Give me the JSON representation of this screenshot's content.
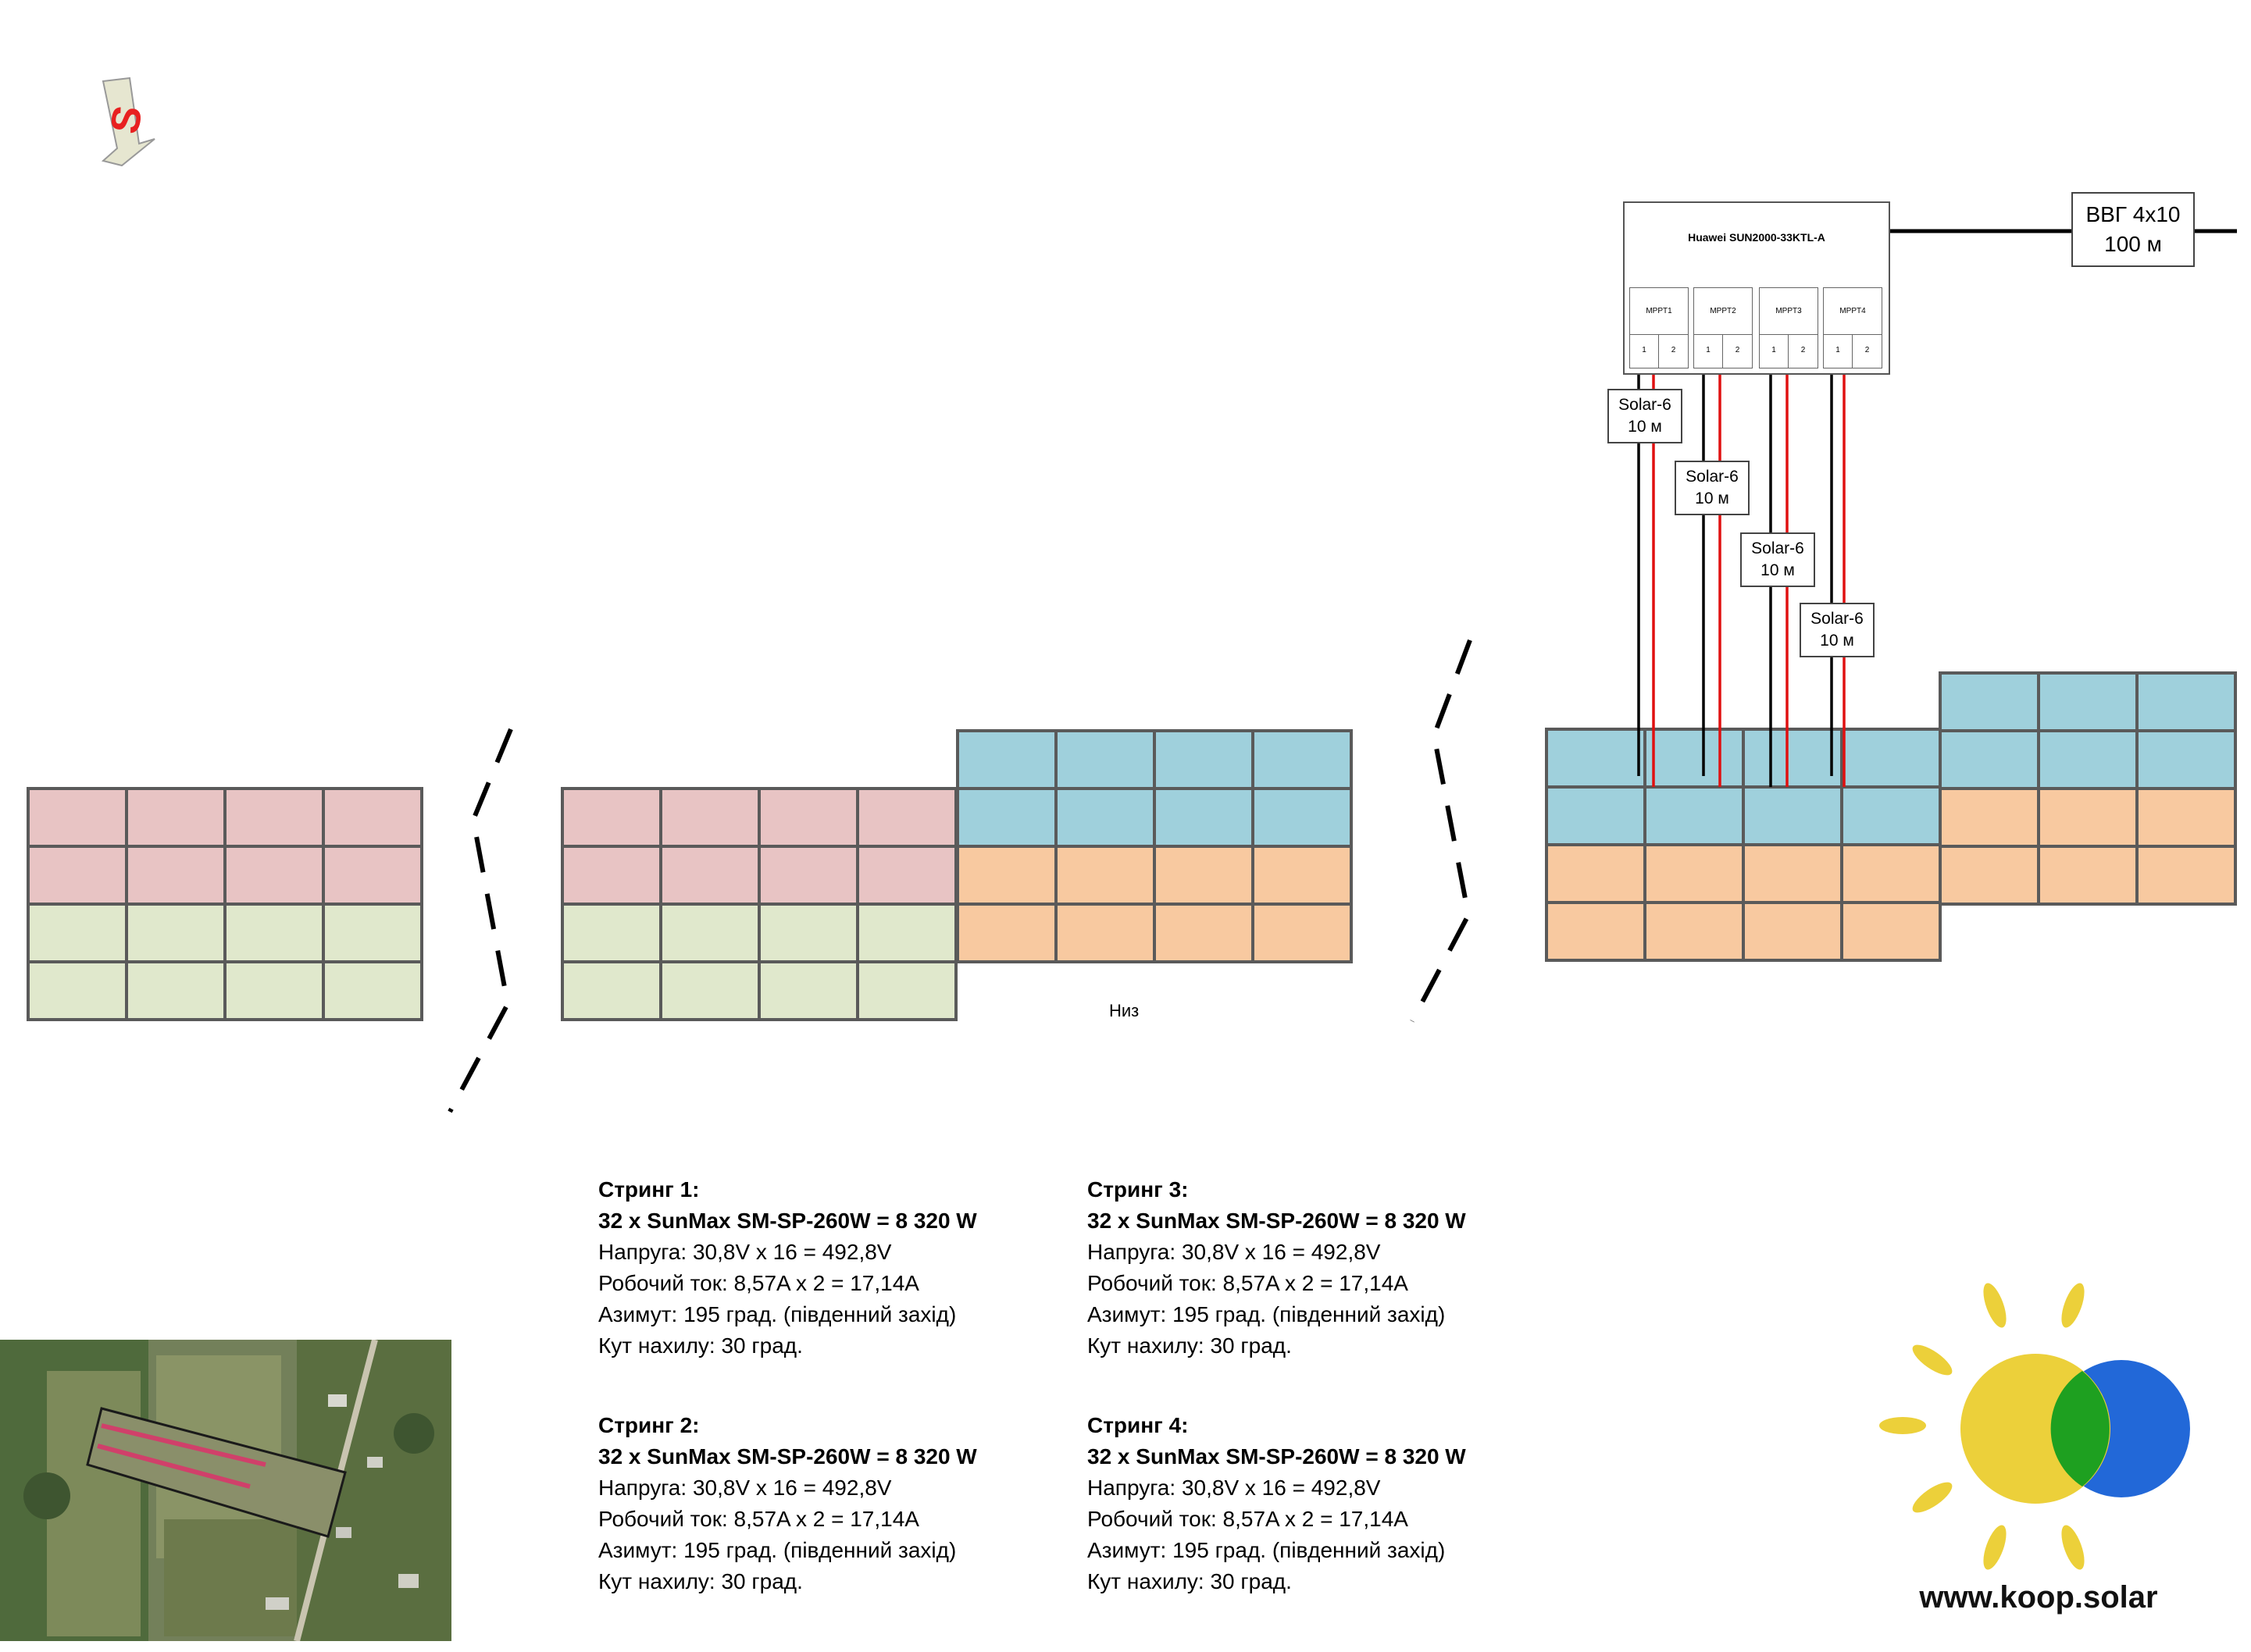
{
  "compass": {
    "letter": "S",
    "icon": "compass-arrow-icon"
  },
  "inverter": {
    "title": "Huawei SUN2000-33KTL-A",
    "mppts": [
      {
        "label": "MPPT1",
        "in1": "1",
        "in2": "2"
      },
      {
        "label": "MPPT2",
        "in1": "1",
        "in2": "2"
      },
      {
        "label": "MPPT3",
        "in1": "1",
        "in2": "2"
      },
      {
        "label": "MPPT4",
        "in1": "1",
        "in2": "2"
      }
    ]
  },
  "ac_cable": {
    "line1": "ВВГ 4х10",
    "line2": "100 м"
  },
  "dc_cables": [
    {
      "line1": "Solar-6",
      "line2": "10 м"
    },
    {
      "line1": "Solar-6",
      "line2": "10 м"
    },
    {
      "line1": "Solar-6",
      "line2": "10 м"
    },
    {
      "line1": "Solar-6",
      "line2": "10 м"
    }
  ],
  "bottom_label": "Низ",
  "strings": [
    {
      "title": "Стринг 1:",
      "modules": "32 x SunMax SM-SP-260W = 8 320 W",
      "voltage": "Напруга: 30,8V x 16 = 492,8V",
      "current": "Робочий ток: 8,57A x 2 = 17,14A",
      "azimuth": "Азимут: 195 град. (південний захід)",
      "tilt": "Кут нахилу: 30 град."
    },
    {
      "title": "Стринг 2:",
      "modules": "32 x SunMax SM-SP-260W = 8 320 W",
      "voltage": "Напруга: 30,8V x 16 = 492,8V",
      "current": "Робочий ток: 8,57A x 2 = 17,14A",
      "azimuth": "Азимут: 195 град. (південний захід)",
      "tilt": "Кут нахилу: 30 град."
    },
    {
      "title": "Стринг 3:",
      "modules": "32 x SunMax SM-SP-260W = 8 320 W",
      "voltage": "Напруга: 30,8V x 16 = 492,8V",
      "current": "Робочий ток: 8,57A x 2 = 17,14A",
      "azimuth": "Азимут: 195 град. (південний захід)",
      "tilt": "Кут нахилу: 30 град."
    },
    {
      "title": "Стринг 4:",
      "modules": "32 x SunMax SM-SP-260W = 8 320 W",
      "voltage": "Напруга: 30,8V x 16 = 492,8V",
      "current": "Робочий ток: 8,57A x 2 = 17,14A",
      "azimuth": "Азимут: 195 град. (південний захід)",
      "tilt": "Кут нахилу: 30 град."
    }
  ],
  "colors": {
    "string1": "#e8c4c4",
    "string2": "#e0e8cc",
    "string3": "#9fd0dc",
    "string4": "#f8c9a0",
    "panel_border": "#5a5a5a",
    "wire_positive": "#e01010",
    "wire_negative": "#000000",
    "logo_sun": "#ecd03a",
    "logo_blue": "#2268d8",
    "logo_green": "#1ea020"
  },
  "logo": {
    "url_text": "www.koop.solar",
    "icon": "sun-logo-icon"
  },
  "site_photo": {
    "icon": "satellite-photo"
  }
}
